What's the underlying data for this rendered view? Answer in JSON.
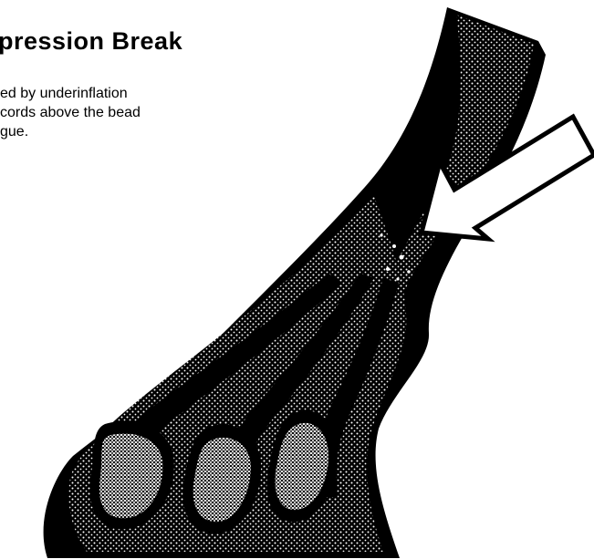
{
  "title": "pression Break",
  "description_lines": [
    "ed by underinflation",
    "cords above the bead",
    "gue."
  ],
  "colors": {
    "background": "#ffffff",
    "ink": "#000000",
    "stipple": "#ffffff"
  }
}
